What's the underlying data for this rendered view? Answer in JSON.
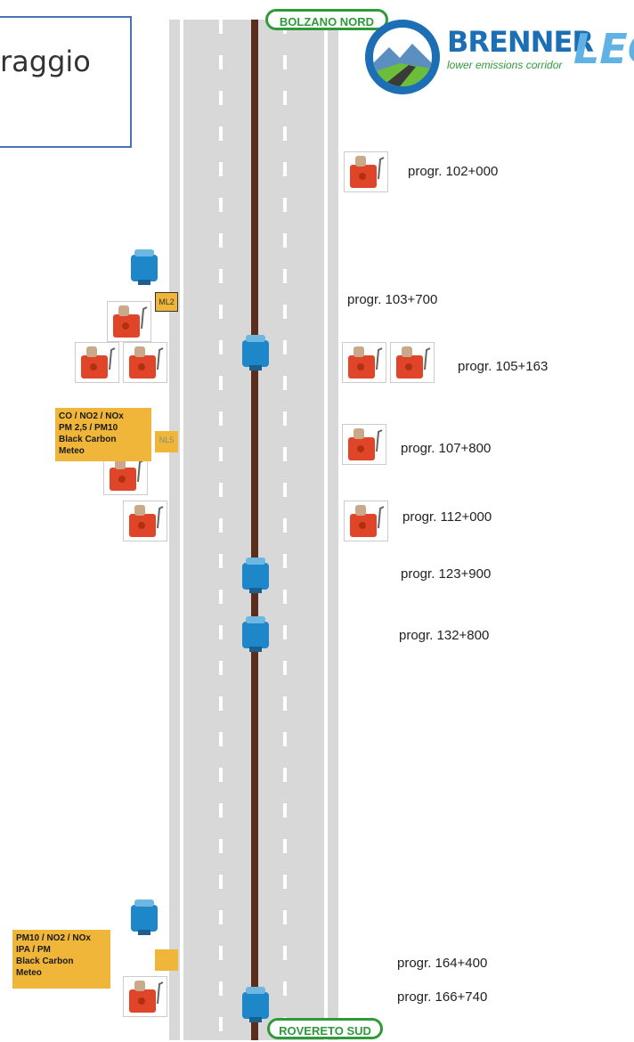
{
  "title": {
    "text": "raggio"
  },
  "signs": {
    "north": "BOLZANO NORD",
    "south": "ROVERETO SUD"
  },
  "logo": {
    "brand": "BRENNER",
    "lec": "LEC",
    "subtitle": "lower emissions corridor"
  },
  "progressive_labels": [
    "progr. 102+000",
    "progr. 103+700",
    "progr. 105+163",
    "progr. 107+800",
    "progr. 112+000",
    "progr. 123+900",
    "progr. 132+800",
    "progr. 164+400",
    "progr. 166+740"
  ],
  "markers": {
    "ml2": "ML2",
    "nl5": "NL5"
  },
  "info_boxes": {
    "top": [
      "CO / NO2 / NOx",
      "PM 2,5 / PM10",
      "Black Carbon",
      "Meteo"
    ],
    "bottom": [
      "PM10 / NO2 / NOx",
      "IPA / PM",
      "Black Carbon",
      "Meteo"
    ]
  },
  "colors": {
    "road": "#d8d8d8",
    "median": "#5a2d1c",
    "sign_green": "#2e9a3a",
    "logo_blue": "#1c6fb4",
    "station_red": "#e0452a",
    "station_blue": "#1e87c9",
    "info_orange": "#f0b63a"
  }
}
